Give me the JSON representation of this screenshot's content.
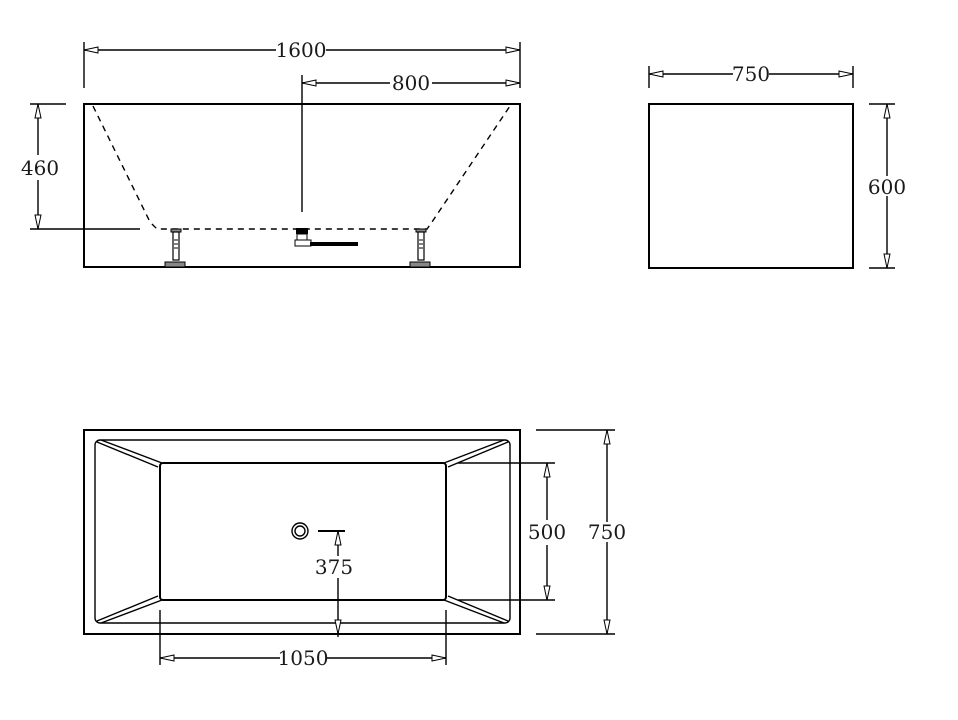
{
  "drawing": {
    "side_view": {
      "overall_length": "1600",
      "drain_offset": "800",
      "inner_depth": "460"
    },
    "end_view": {
      "width": "750",
      "height": "600"
    },
    "top_view": {
      "inner_length": "1050",
      "inner_width": "500",
      "overall_width": "750",
      "drain_from_edge": "375"
    }
  },
  "colors": {
    "line": "#000000",
    "background": "#ffffff"
  }
}
